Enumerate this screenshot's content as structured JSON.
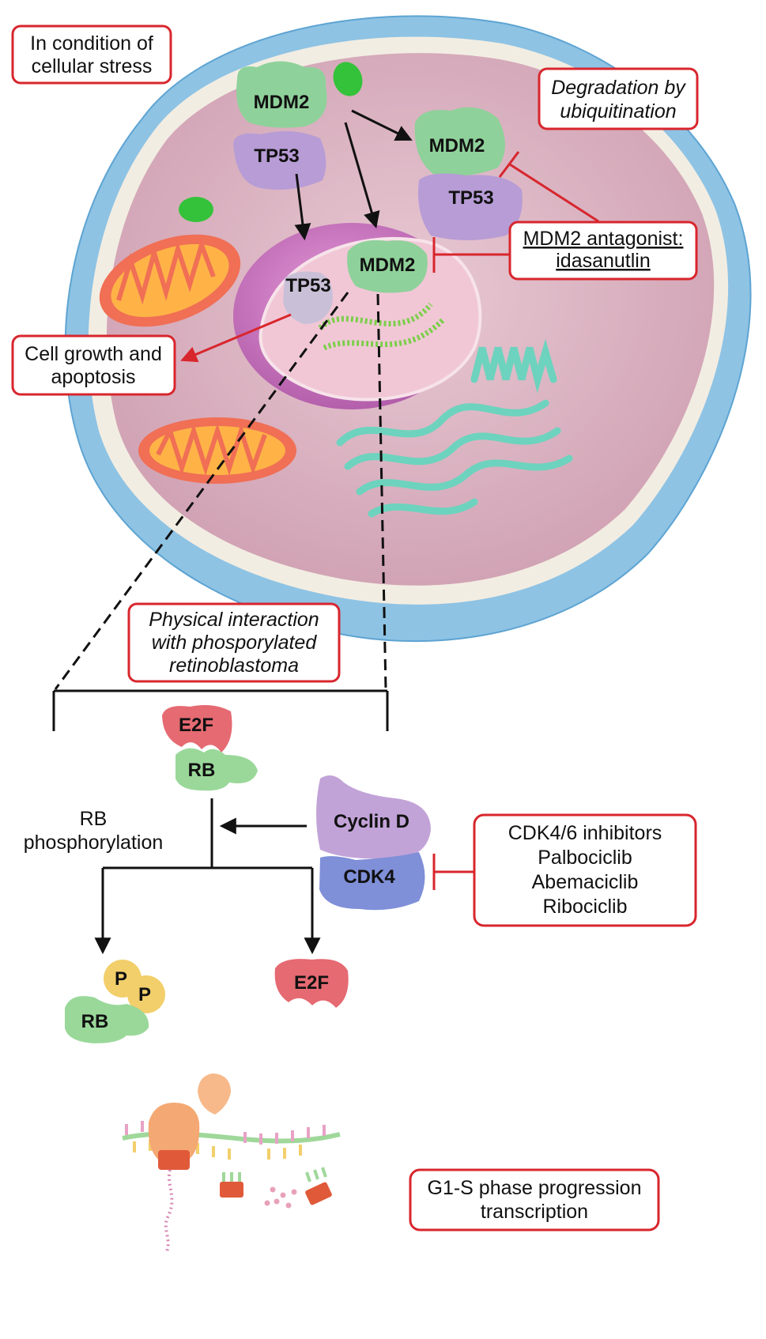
{
  "colors": {
    "box_border": "#d8262d",
    "inhibition": "#d8262d",
    "arrow": "#111111",
    "cytoplasm": "#dbb3c1",
    "membrane": "#8ec3e4",
    "nucleus": "#d07fc4",
    "mdm2": "#8fd19a",
    "tp53": "#b79cd6",
    "e2f": "#e56a72",
    "rb": "#9ad89a",
    "phosphate": "#f2cf6b",
    "cyclin_d": "#c2a3d8",
    "cdk4": "#7f8fd8",
    "mitochondria": "#f06f55",
    "er": "#6dd3be"
  },
  "labels": {
    "cellular_stress": [
      "In condition of",
      "cellular stress"
    ],
    "degradation": [
      "Degradation by",
      "ubiquitination"
    ],
    "antagonist": [
      "MDM2 antagonist:",
      "idasanutlin"
    ],
    "cell_growth": [
      "Cell growth and",
      "apoptosis"
    ],
    "physical_interaction": [
      "Physical interaction",
      "with phosporylated",
      "retinoblastoma"
    ],
    "rb_phosphorylation": [
      "RB",
      "phosphorylation"
    ],
    "cdk_inhibitors": [
      "CDK4/6 inhibitors",
      "Palbociclib",
      "Abemaciclib",
      "Ribociclib"
    ],
    "g1s": [
      "G1-S phase progression",
      "transcription"
    ]
  },
  "proteins": {
    "mdm2_cytoplasm": "MDM2",
    "tp53_cytoplasm": "TP53",
    "mdm2_degradation": "MDM2",
    "tp53_degradation": "TP53",
    "mdm2_nucleus": "MDM2",
    "tp53_nucleus": "TP53",
    "e2f_complex": "E2F",
    "rb_complex": "RB",
    "cyclin_d": "Cyclin D",
    "cdk4": "CDK4",
    "phospho_1": "P",
    "phospho_2": "P",
    "rb_free": "RB",
    "e2f_free": "E2F"
  }
}
